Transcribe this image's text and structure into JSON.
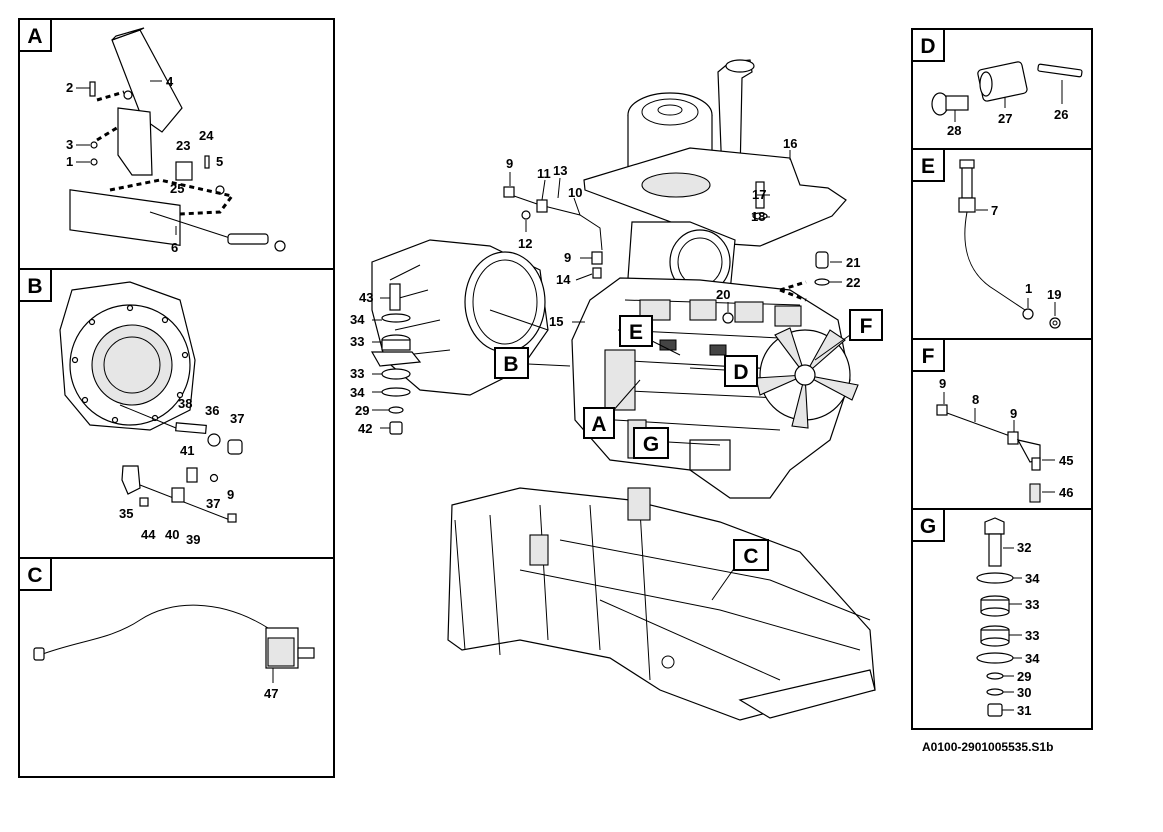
{
  "reference": "A0100-2901005535.S1b",
  "panels": [
    {
      "letter": "A",
      "callouts": [
        "2",
        "4",
        "3",
        "1",
        "23",
        "24",
        "5",
        "25",
        "6"
      ]
    },
    {
      "letter": "B",
      "callouts": [
        "38",
        "36",
        "37",
        "41",
        "37",
        "9",
        "35",
        "44",
        "40",
        "39"
      ]
    },
    {
      "letter": "C",
      "callouts": [
        "47"
      ]
    },
    {
      "letter": "D",
      "callouts": [
        "28",
        "27",
        "26"
      ]
    },
    {
      "letter": "E",
      "callouts": [
        "7",
        "1",
        "19"
      ]
    },
    {
      "letter": "F",
      "callouts": [
        "9",
        "8",
        "9",
        "45",
        "46"
      ]
    },
    {
      "letter": "G",
      "callouts": [
        "32",
        "34",
        "33",
        "33",
        "34",
        "29",
        "30",
        "31"
      ]
    }
  ],
  "main_callouts": [
    "9",
    "11",
    "13",
    "10",
    "12",
    "9",
    "14",
    "16",
    "17",
    "18",
    "21",
    "22",
    "20",
    "15",
    "43",
    "34",
    "33",
    "33",
    "34",
    "29",
    "42"
  ],
  "main_markers": [
    "B",
    "E",
    "D",
    "A",
    "G",
    "F",
    "C"
  ]
}
